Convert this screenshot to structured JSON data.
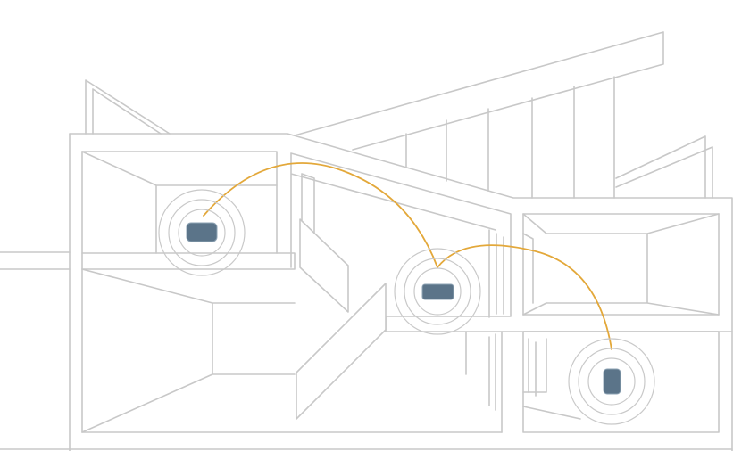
{
  "colors": {
    "wireframe": "#c8c8c8",
    "device": "#5b7489",
    "device_highlight": "#8ea3b4",
    "signal_link": "#e3a83a",
    "signal_ring": "#c9c9c9",
    "background": "#ffffff"
  },
  "devices": [
    {
      "id": "upper-left-room",
      "shape": "landscape",
      "rings": 3
    },
    {
      "id": "central-landing",
      "shape": "landscape",
      "rings": 3
    },
    {
      "id": "lower-right-room",
      "shape": "portrait",
      "rings": 3
    }
  ],
  "links": [
    {
      "from": "upper-left-room",
      "to": "central-landing"
    },
    {
      "from": "central-landing",
      "to": "lower-right-room"
    }
  ]
}
